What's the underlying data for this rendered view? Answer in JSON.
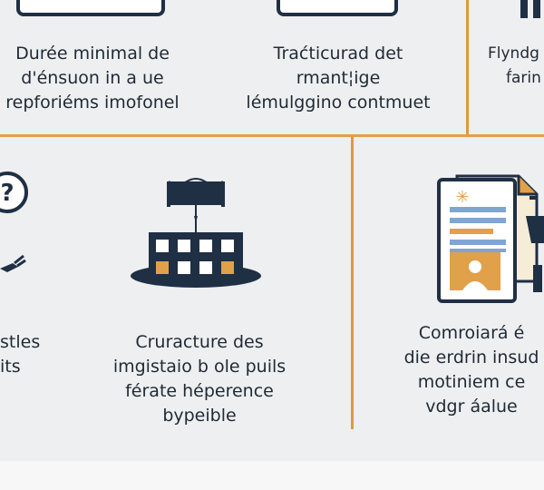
{
  "top_row": {
    "left_text": [
      "Durée minimal de",
      "d'énsuon in a ue",
      "repforiéms imofonel"
    ],
    "center_text": [
      "Traćticurad det",
      "rmant¦ige",
      "lémulggino contmuet"
    ],
    "right_text": [
      "Flyndg",
      "f́arin"
    ]
  },
  "bottom_row": {
    "left_text": [
      "stles",
      "its"
    ],
    "center_text": [
      "Cruracture des",
      "imgistaio b ole puils",
      "férate héperence",
      "bypeible"
    ],
    "right_text": [
      "Comroiará é",
      "die erdrin insud",
      "motiniem ce",
      "vdgr áalue"
    ]
  },
  "icons": {
    "top_left": "monitor-icon",
    "top_center": "monitor-icon",
    "top_right": "person-icon",
    "bottom_left_question": "question-icon",
    "bottom_left_plug": "plug-icon",
    "bottom_center": "building-flag-icon",
    "bottom_right": "document-report-icon"
  },
  "colors": {
    "accent": "#e1a04a",
    "navy": "#1f2f44",
    "background": "#eeeff0",
    "blue": "#7fa6cf"
  }
}
